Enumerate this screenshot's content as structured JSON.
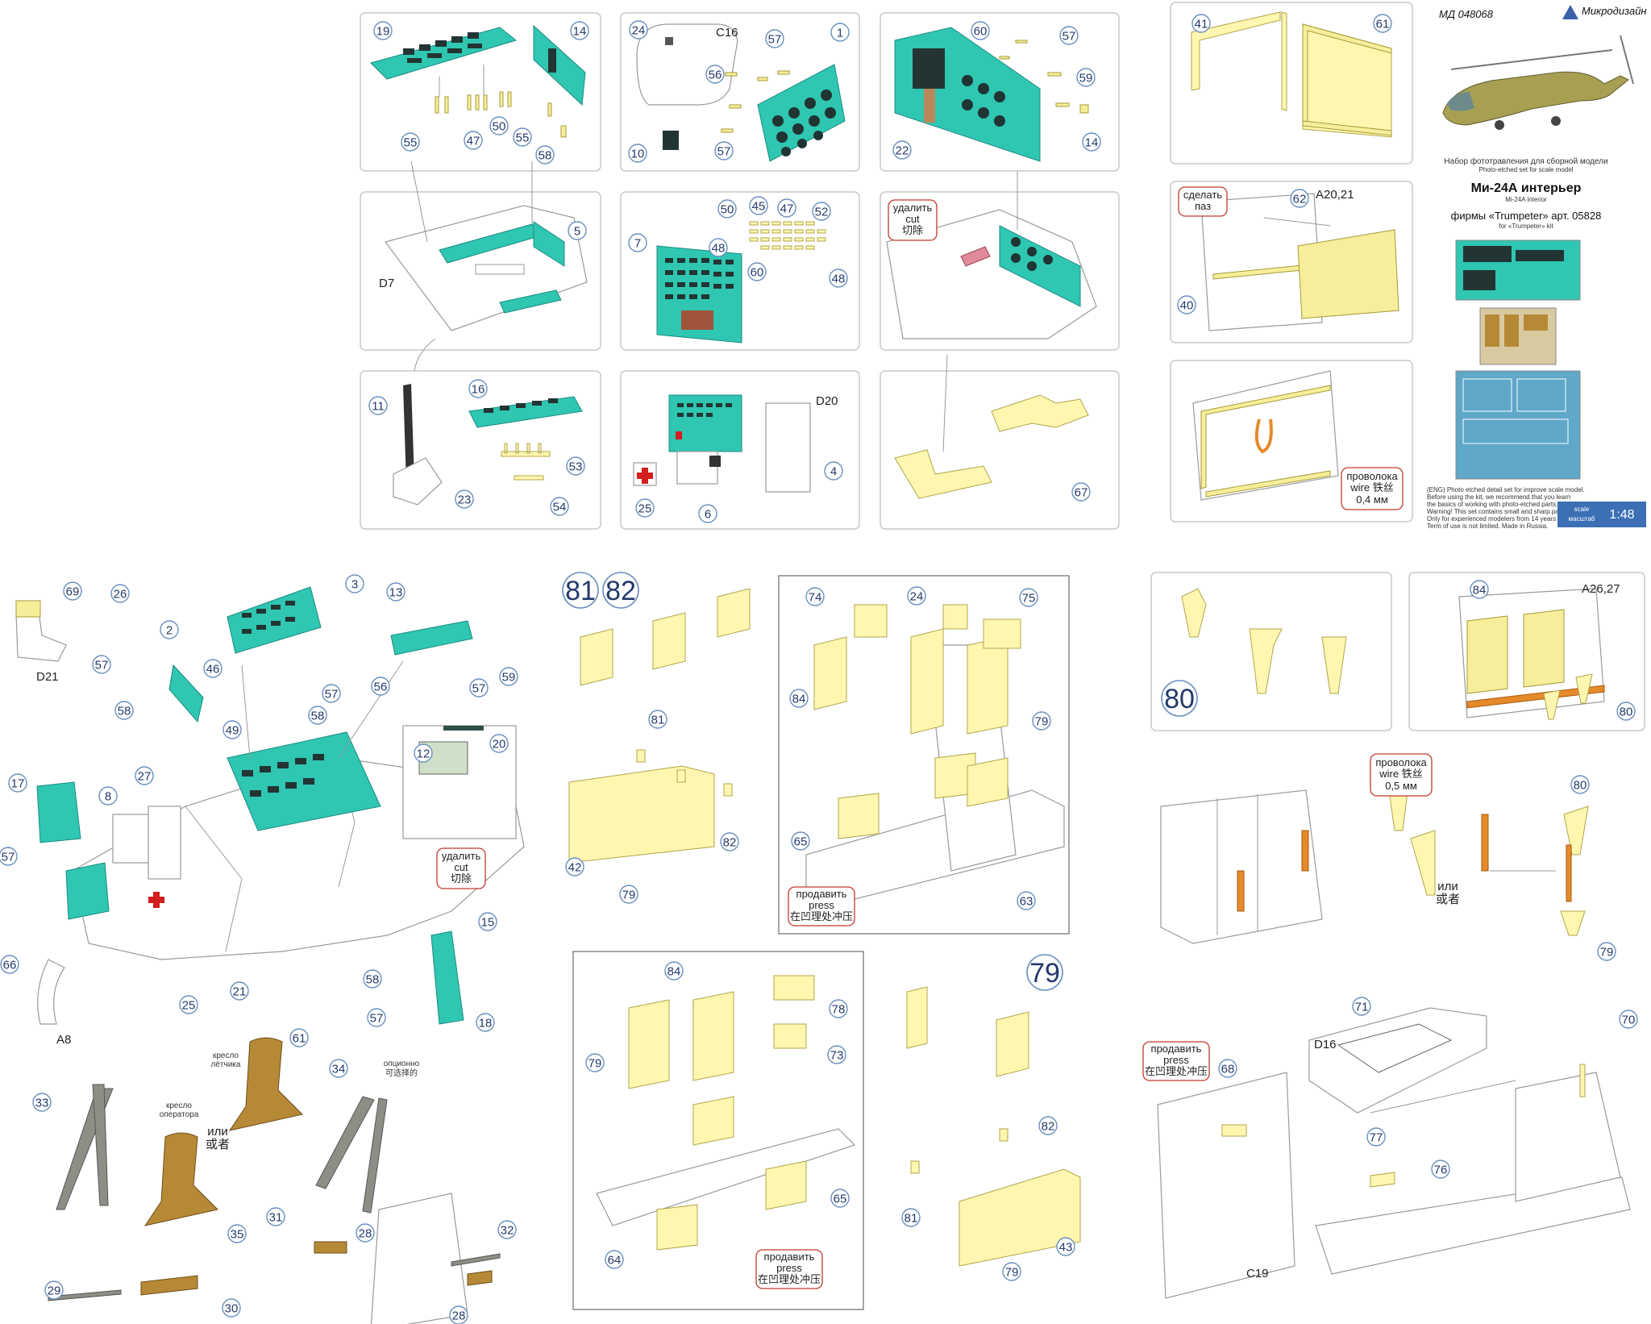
{
  "header": {
    "code": "МД 048068",
    "brand": "Микродизайн",
    "product_ru": "Набор фототравления для сборной модели",
    "product_en": "Photo-etched set for scale model",
    "title_ru": "Ми-24А интерьер",
    "title_en": "Mi-24A interior",
    "firm_ru": "фирмы «Trumpeter» арт. 05828",
    "firm_en": "for «Trumpeter» kit",
    "warning_lines": [
      "(ENG) Photo etched detail set for improve scale model.",
      "Before using the kit, we recommend that you learn",
      "the basics of working with photo-etched parts.",
      "Warning! This set contains small and sharp parts.",
      "Only for experienced modelers from 14 years old.",
      "Term of use is not limited. Made in Russia."
    ],
    "scale_word_en": "scale",
    "scale_word_ru": "масштаб",
    "scale_value": "1:48"
  },
  "colors": {
    "teal": "#2fc6b2",
    "pe": "#f6ee9a",
    "wood": "#b68937",
    "callout": "#6b8fbf",
    "note_border": "#c0392b"
  },
  "labels": {
    "d7": "D7",
    "c16": "C16",
    "d20": "D20",
    "a2021": "A20,21",
    "d21": "D21",
    "a8": "A8",
    "a2627": "A26,27",
    "d16": "D16",
    "c19": "C19",
    "pilot_seat": [
      "кресло",
      "лётчика"
    ],
    "operator_seat": [
      "кресло",
      "оператора"
    ],
    "or_ru": "или",
    "or_cn": "或者",
    "optional_ru": "опционно",
    "optional_cn": "可选择的"
  },
  "notes": {
    "cut": [
      "удалить",
      "cut",
      "切除"
    ],
    "slot": [
      "сделать",
      "паз"
    ],
    "wire04": [
      "проволока",
      "wire  铁丝",
      "0,4 мм"
    ],
    "wire05": [
      "проволока",
      "wire  铁丝",
      "0,5 мм"
    ],
    "press": [
      "продавить",
      "press",
      "在凹理处冲压"
    ]
  },
  "big_numbers": [
    "81",
    "82",
    "80",
    "79"
  ],
  "callouts": {
    "p1": [
      "19",
      "14",
      "55",
      "47",
      "50",
      "55",
      "58"
    ],
    "p2": [
      "24",
      "57",
      "1",
      "56",
      "10",
      "57"
    ],
    "p3": [
      "60",
      "57",
      "59",
      "22",
      "14"
    ],
    "p4": [
      "5"
    ],
    "p5": [
      "50",
      "45",
      "47",
      "52",
      "7",
      "48",
      "60",
      "48"
    ],
    "p7": [
      "11",
      "16",
      "53",
      "23",
      "54"
    ],
    "p8": [
      "4",
      "25",
      "6"
    ],
    "p9": [
      "67"
    ],
    "p10": [
      "41",
      "61"
    ],
    "p11": [
      "62",
      "40"
    ],
    "main": [
      "69",
      "26",
      "57",
      "3",
      "13",
      "2",
      "46",
      "57",
      "56",
      "57",
      "59",
      "58",
      "49",
      "58",
      "17",
      "8",
      "27",
      "12",
      "20",
      "57",
      "25",
      "21",
      "15",
      "58",
      "57",
      "18",
      "66",
      "61",
      "34",
      "33",
      "35",
      "31",
      "28",
      "32",
      "29",
      "30",
      "28"
    ],
    "doors_a": [
      "81",
      "82",
      "42",
      "79"
    ],
    "box1": [
      "74",
      "24",
      "75",
      "84",
      "79",
      "65",
      "63"
    ],
    "box2": [
      "84",
      "78",
      "79",
      "73",
      "65",
      "64"
    ],
    "right": [
      "82",
      "81",
      "79",
      "43"
    ],
    "r1": [
      "84",
      "80"
    ],
    "r2": [
      "80",
      "79"
    ],
    "r3": [
      "71",
      "70",
      "68",
      "77",
      "76"
    ]
  }
}
